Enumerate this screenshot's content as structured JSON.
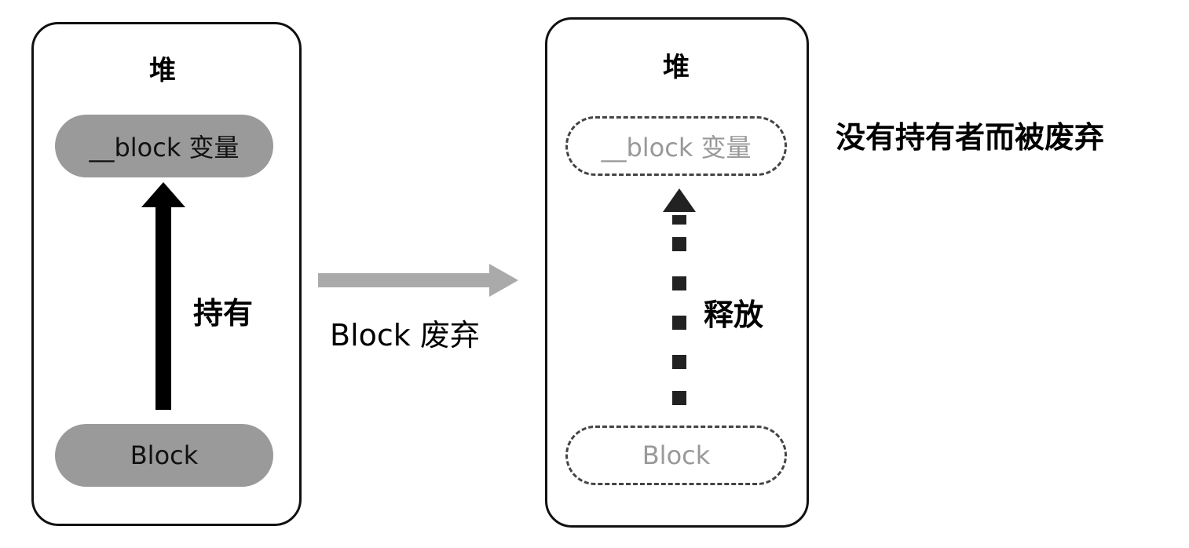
{
  "left_panel": {
    "title": "堆",
    "top_node": "__block 变量",
    "bottom_node": "Block",
    "arrow_label": "持有"
  },
  "transition": {
    "label": "Block 废弃"
  },
  "right_panel": {
    "title": "堆",
    "top_node": "__block 变量",
    "bottom_node": "Block",
    "arrow_label": "释放"
  },
  "annotation": "没有持有者而被废弃"
}
